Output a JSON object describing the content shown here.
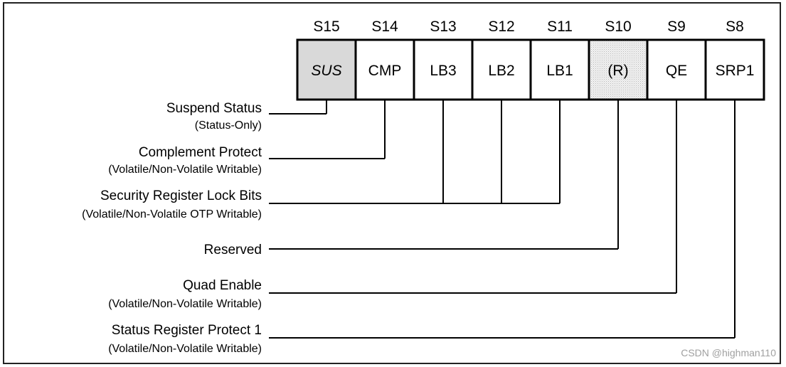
{
  "bits": [
    {
      "num": "S15",
      "name": "SUS",
      "italic": true,
      "shade": "gray"
    },
    {
      "num": "S14",
      "name": "CMP"
    },
    {
      "num": "S13",
      "name": "LB3"
    },
    {
      "num": "S12",
      "name": "LB2"
    },
    {
      "num": "S11",
      "name": "LB1"
    },
    {
      "num": "S10",
      "name": "(R)",
      "shade": "dotted"
    },
    {
      "num": "S9",
      "name": "QE"
    },
    {
      "num": "S8",
      "name": "SRP1"
    }
  ],
  "descriptions": [
    {
      "label": "Suspend Status",
      "sub": "(Status-Only)",
      "bits": [
        0
      ]
    },
    {
      "label": "Complement Protect",
      "sub": "(Volatile/Non-Volatile Writable)",
      "bits": [
        1
      ]
    },
    {
      "label": "Security Register Lock Bits",
      "sub": "(Volatile/Non-Volatile OTP Writable)",
      "bits": [
        2,
        3,
        4
      ]
    },
    {
      "label": "Reserved",
      "sub": "",
      "bits": [
        5
      ]
    },
    {
      "label": "Quad Enable",
      "sub": "(Volatile/Non-Volatile Writable)",
      "bits": [
        6
      ]
    },
    {
      "label": "Status Register Protect 1",
      "sub": "(Volatile/Non-Volatile Writable)",
      "bits": [
        7
      ]
    }
  ],
  "colors": {
    "gray_fill": "#d9d9d9",
    "dotted_fill": "#e8e8e8",
    "line": "#000000"
  },
  "watermark": "CSDN @highman110"
}
